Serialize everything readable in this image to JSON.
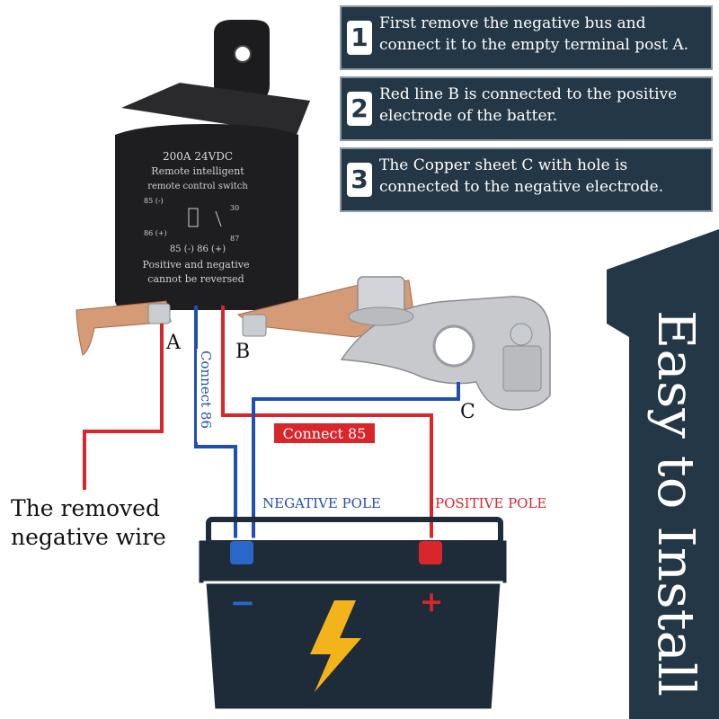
{
  "steps": [
    {
      "number": "1",
      "text": "First remove the negative bus and connect it to the empty terminal post A."
    },
    {
      "number": "2",
      "text": "Red line B is connected to the positive electrode of the batter."
    },
    {
      "number": "3",
      "text": "The Copper sheet C with hole is connected to the negative electrode."
    }
  ],
  "banner": {
    "text": "Easy to Install"
  },
  "relay": {
    "lines": [
      "200A 24VDC",
      "Remote intelligent",
      "remote control switch",
      "Positive and negative",
      "cannot be reversed"
    ],
    "pin_85_top": "85 (-)",
    "pin_30": "30",
    "pin_86_mid": "86 (+)",
    "pin_87": "87",
    "pins_bottom": "85 (-)   86 (+)"
  },
  "labels": {
    "a": "A",
    "b": "B",
    "c": "C",
    "connect86": "Connect 86",
    "connect85": "Connect 85",
    "negative_pole": "NEGATIVE POLE",
    "positive_pole": "POSITIVE POLE",
    "removed_wire_line1": "The removed",
    "removed_wire_line2": "negative wire",
    "minus": "−",
    "plus": "+"
  },
  "colors": {
    "panel": "#243746",
    "red_wire": "#d8262b",
    "blue_wire": "#1f4fb5",
    "battery": "#1e2b38",
    "bolt": "#f3b41b"
  }
}
